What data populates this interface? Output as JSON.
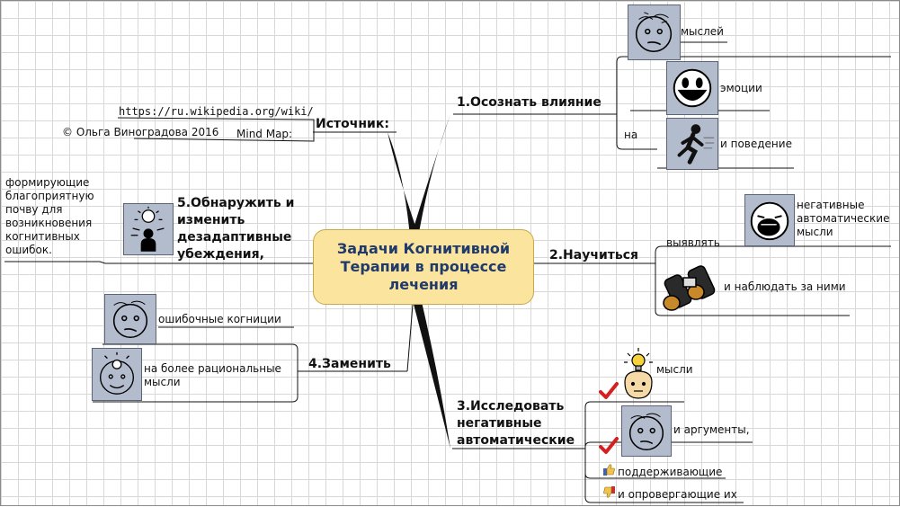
{
  "title": "Задачи Когнитивной Терапии в процессе лечения",
  "source": {
    "label": "Источник:",
    "url": "https://ru.wikipedia.org/wiki/",
    "mindmap_label": "Mind Map:",
    "author": "© Ольга Виноградова 2016"
  },
  "branch1": {
    "label": "1.Осознать влияние",
    "thoughts": "мыслей",
    "emotions": "эмоции",
    "on": "на",
    "behavior": "и поведение"
  },
  "branch2": {
    "label": "2.Научиться",
    "identify": "выявлять",
    "negative": "негативные автоматические мысли",
    "observe": "и наблюдать за ними"
  },
  "branch3": {
    "label": "3.Исследовать негативные автоматические",
    "thoughts": "мысли",
    "arguments": "и аргументы,",
    "supporting": "поддерживающие",
    "refuting": "и опровергающие их"
  },
  "branch4": {
    "label": "4.Заменить",
    "errors": "ошибочные когниции",
    "rational": "на более рациональные мысли"
  },
  "branch5": {
    "label": "5.Обнаружить и изменить дезадаптивные убеждения,",
    "note": "формирующие благоприятную почву для возникновения когнитивных ошибок."
  },
  "icons": [
    "thinking-face-icon",
    "smiley-face-icon",
    "running-person-icon",
    "shouting-face-icon",
    "binoculars-icon",
    "lightbulb-head-icon",
    "idea-face-icon",
    "checkmark-icon",
    "thumbs-up-icon",
    "thumbs-down-icon",
    "person-lightbulb-icon"
  ],
  "colors": {
    "center_fill": "#fbe49d",
    "center_text": "#1f3a6b",
    "icon_bg": "#b3bccd",
    "check": "#d42020"
  }
}
